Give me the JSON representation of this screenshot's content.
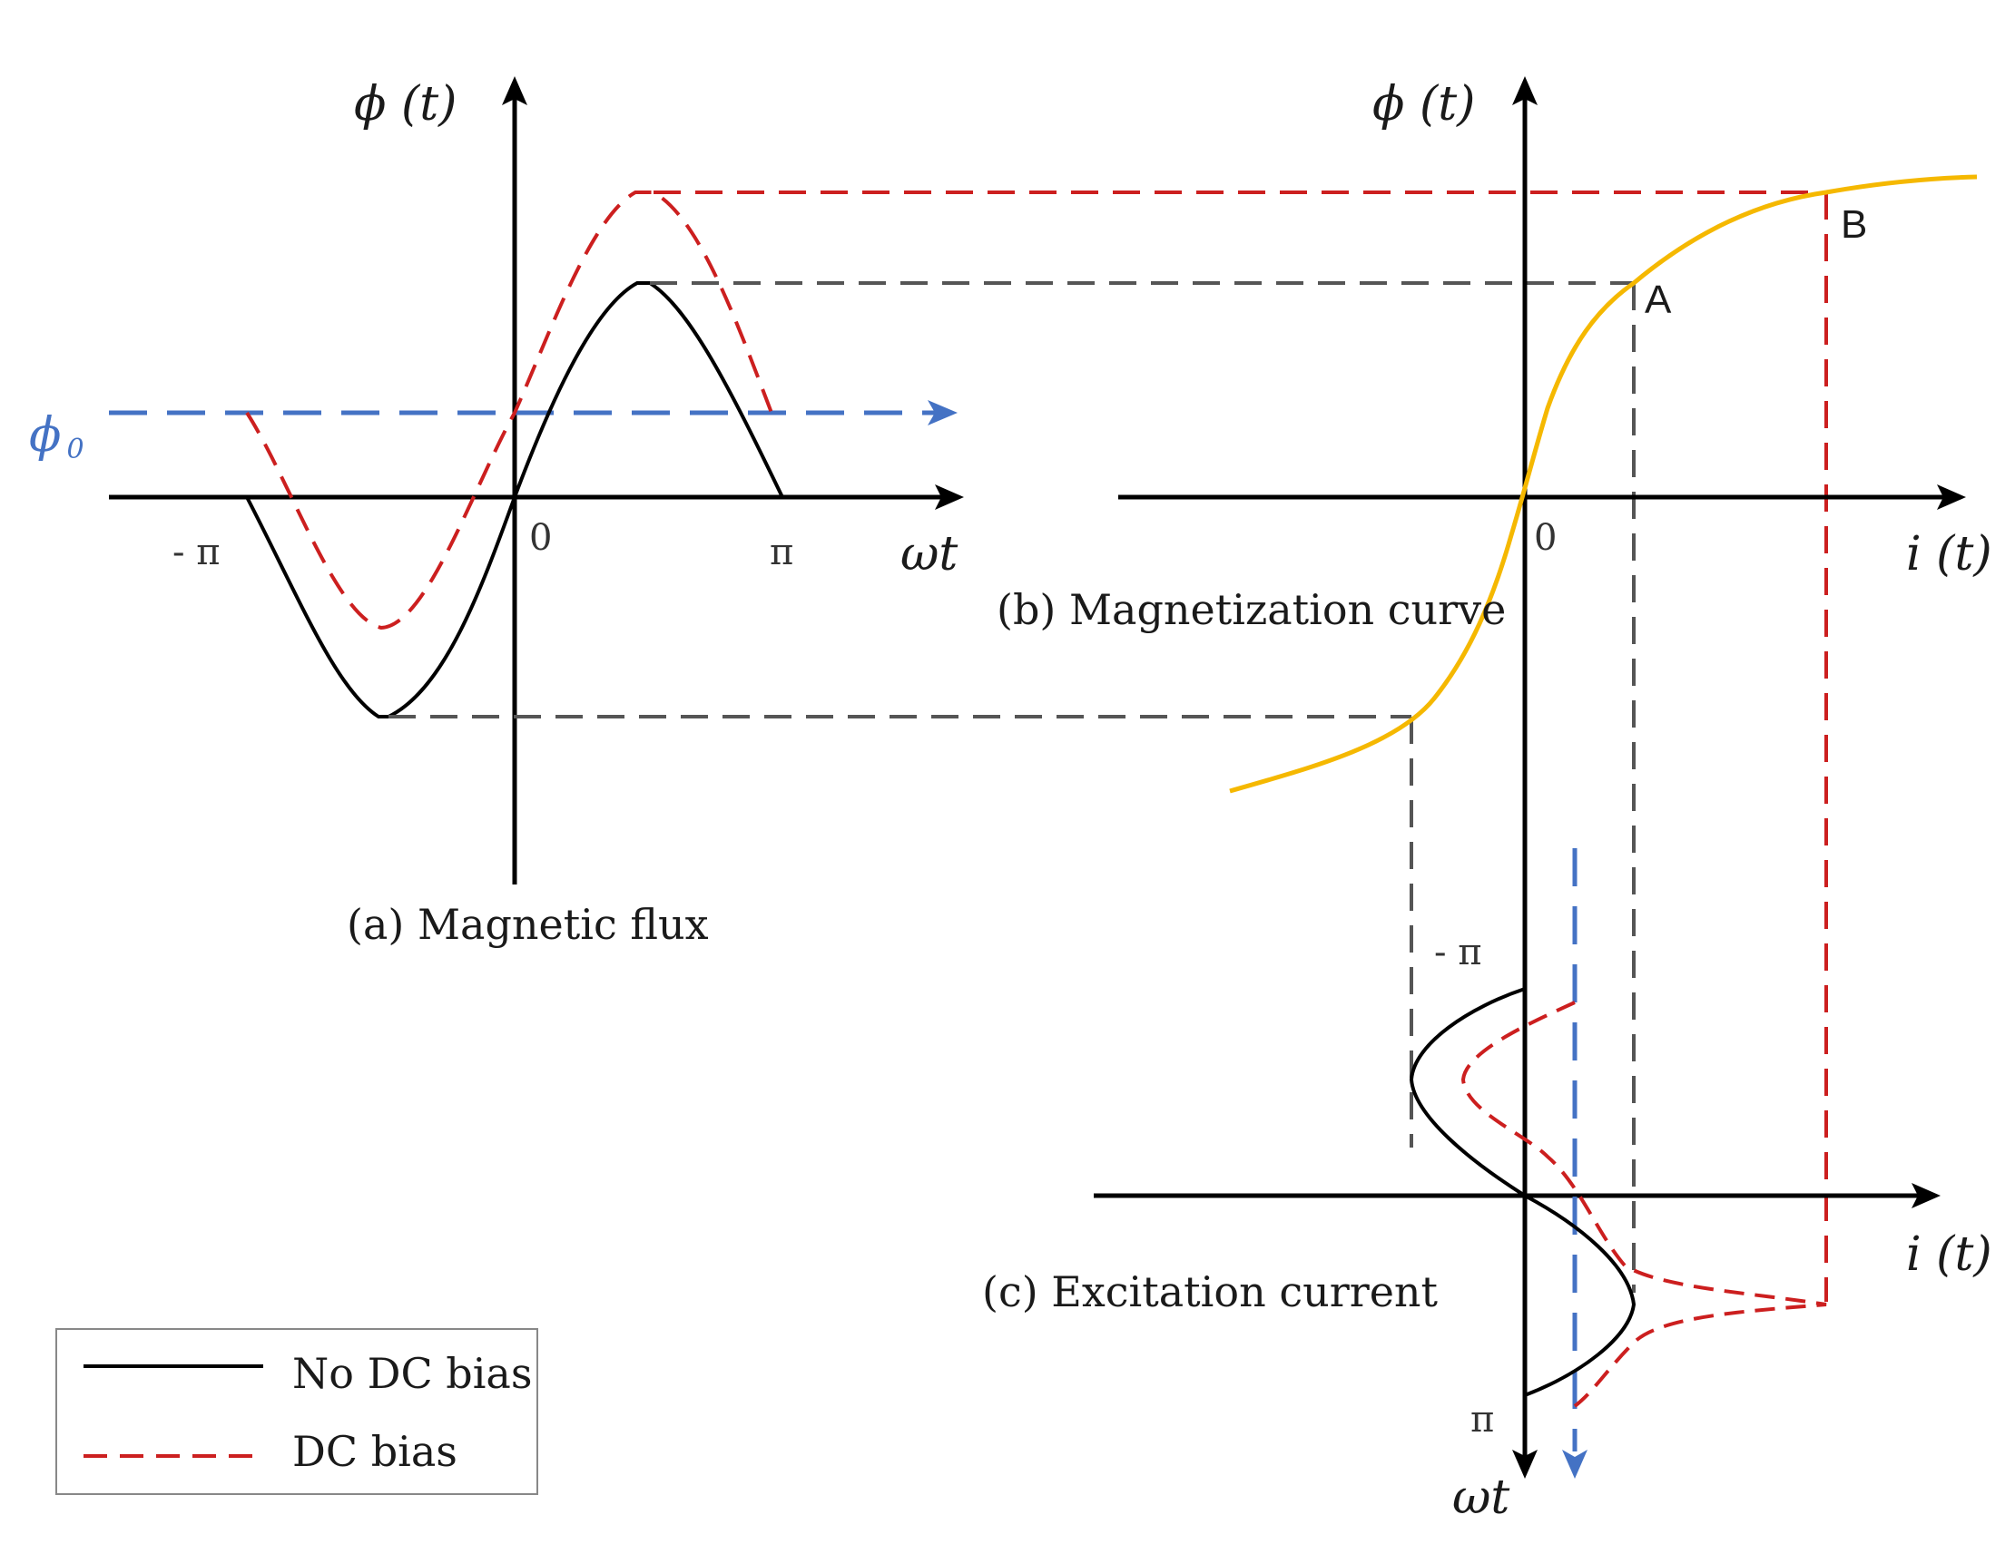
{
  "colors": {
    "no_bias": "#000000",
    "dc_bias": "#cc1f1f",
    "phi0": "#4472c4",
    "magnetization": "#f5b800",
    "guide": "#555555"
  },
  "panel_a": {
    "caption": "(a) Magnetic flux",
    "y_label": "ϕ (t)",
    "x_label": "ωt",
    "phi0_label": "ϕ",
    "phi0_sub": "0",
    "tick_minus_pi": "- π",
    "tick_zero": "0",
    "tick_pi": "π"
  },
  "panel_b": {
    "caption": "(b) Magnetization curve",
    "y_label": "ϕ (t)",
    "x_label": "i (t)",
    "tick_zero": "0",
    "point_a": "A",
    "point_b": "B"
  },
  "panel_c": {
    "caption": "(c) Excitation current",
    "x_label": "i (t)",
    "y_label": "ωt",
    "tick_minus_pi": "- π",
    "tick_pi": "π"
  },
  "legend": {
    "items": [
      {
        "label": "No DC bias",
        "style": "solid",
        "color": "#000000"
      },
      {
        "label": "DC bias",
        "style": "dashed",
        "color": "#cc1f1f"
      }
    ]
  }
}
